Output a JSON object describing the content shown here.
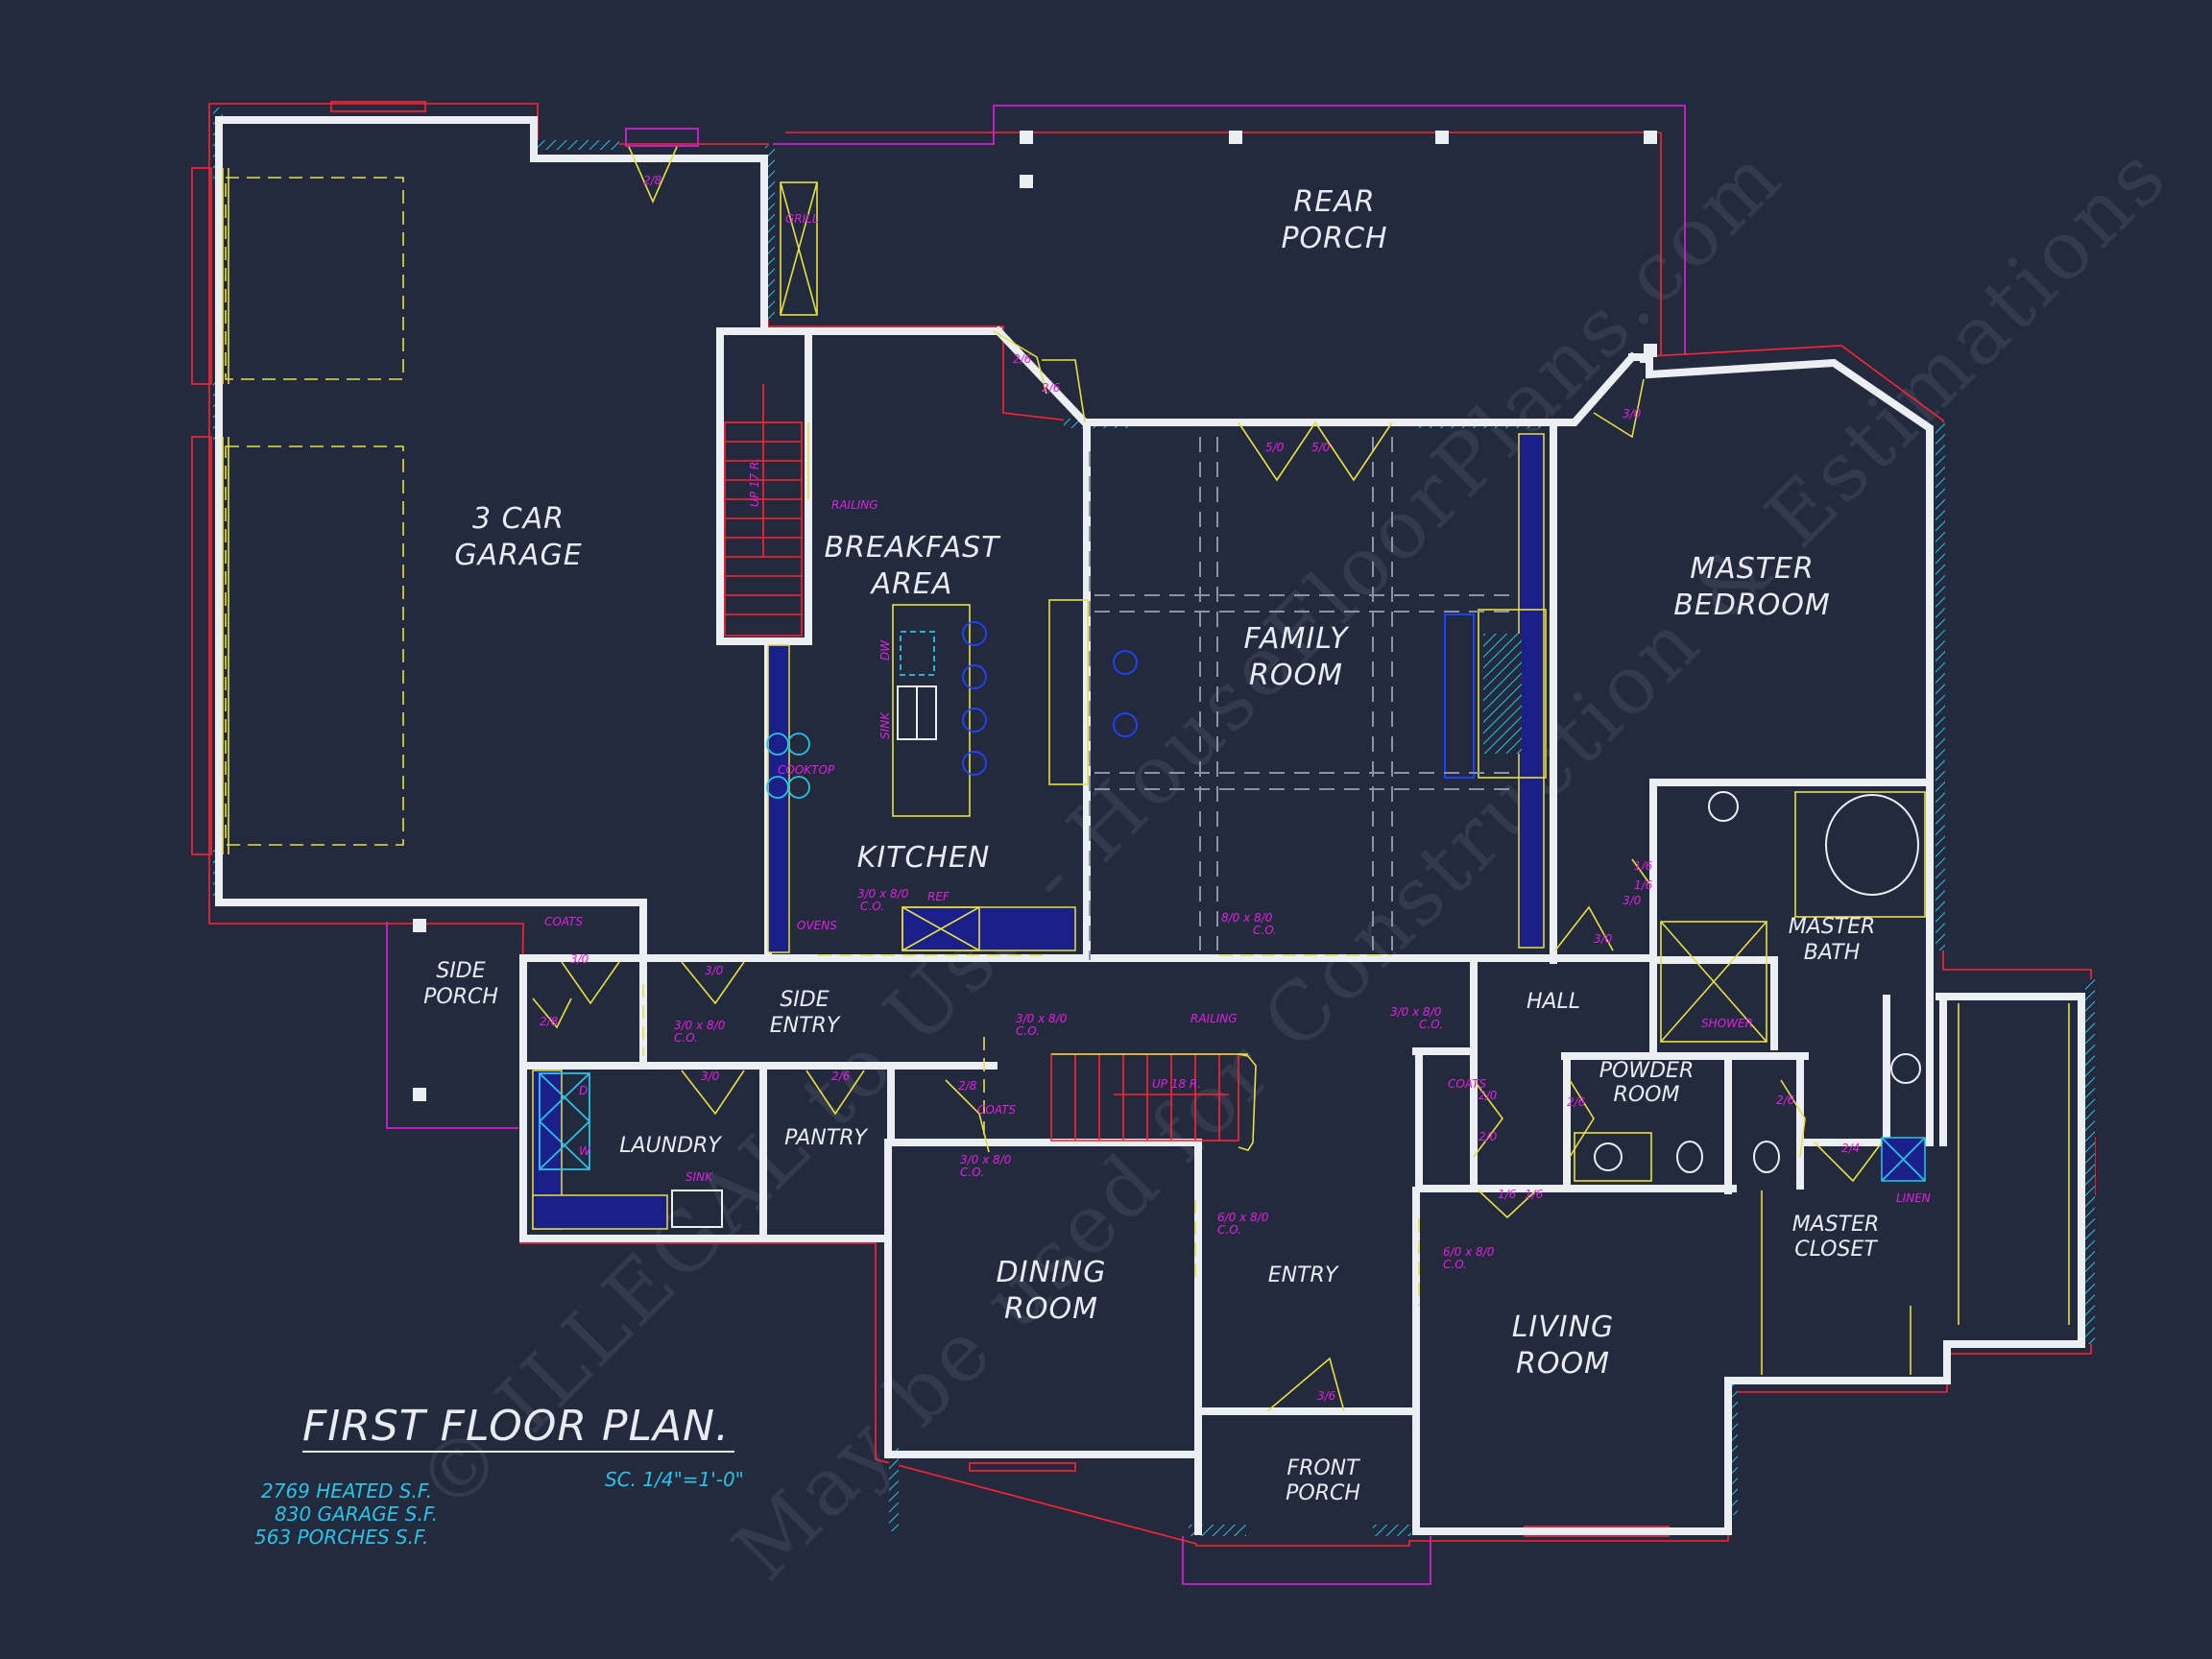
{
  "title": "FIRST FLOOR PLAN.",
  "scale": "SC. 1/4\"=1'-0\"",
  "areas": [
    "2769 HEATED S.F.",
    "830 GARAGE S.F.",
    "563 PORCHES S.F."
  ],
  "watermark": {
    "line1": "© ILLEGAL to Use - HouseFloorPlans.com",
    "line2": "May be used for Construction & Estimations"
  },
  "rooms": {
    "garage": [
      "3 CAR",
      "GARAGE"
    ],
    "rear_porch": [
      "REAR",
      "PORCH"
    ],
    "breakfast": [
      "BREAKFAST",
      "AREA"
    ],
    "family": [
      "FAMILY",
      "ROOM"
    ],
    "master_bedroom": [
      "MASTER",
      "BEDROOM"
    ],
    "kitchen": "KITCHEN",
    "side_porch": [
      "SIDE",
      "PORCH"
    ],
    "side_entry": [
      "SIDE",
      "ENTRY"
    ],
    "hall": "HALL",
    "master_bath": [
      "MASTER",
      "BATH"
    ],
    "powder": [
      "POWDER",
      "ROOM"
    ],
    "laundry": "LAUNDRY",
    "pantry": "PANTRY",
    "dining": [
      "DINING",
      "ROOM"
    ],
    "entry": "ENTRY",
    "living": [
      "LIVING",
      "ROOM"
    ],
    "master_closet": [
      "MASTER",
      "CLOSET"
    ],
    "front_porch": [
      "FRONT",
      "PORCH"
    ]
  },
  "labels": {
    "grill": "GRILL",
    "railing1": "RAILING",
    "railing2": "RAILING",
    "up_stair1": "UP 17 R.",
    "up_stair2": "UP 18 R.",
    "dw": "DW",
    "sink": "SINK",
    "cooktop": "COOKTOP",
    "ovens": "OVENS",
    "ref": "REF",
    "coats1": "COATS",
    "coats2": "COATS",
    "coats3": "COATS",
    "laundry_sink": "SINK",
    "shower": "SHOWER",
    "linen": "LINEN",
    "d": "D",
    "w": "W"
  },
  "dims": {
    "d_2_8_top": "2/8",
    "d_2_6_a": "2/6",
    "d_2_6_b": "2/6",
    "d_5_0_a": "5/0",
    "d_5_0_b": "5/0",
    "d_3_0_rp": "3/0",
    "d_3_0_kit": "3/0 x 8/0",
    "d_co_kit": "C.O.",
    "d_8_0_fam": "8/0 x 8/0",
    "d_co_fam": "C.O.",
    "d_3_0_sp": "3/0",
    "d_2_8_sp": "2/8",
    "d_3_0_se": "3/0",
    "d_3_0_se2": "3/0 x 8/0",
    "d_co_se2": "C.O.",
    "d_3_0_hall": "3/0 x 8/0",
    "d_co_hall": "C.O.",
    "d_3_0_ld": "3/0",
    "d_2_6_pan": "2/6",
    "d_2_8_coats": "2/8",
    "d_3_0_se3": "3/0 x 8/0",
    "d_co_se3": "C.O.",
    "d_3_0_din": "3/0 x 8/0",
    "d_co_din": "C.O.",
    "d_6_0_a": "6/0 x 8/0",
    "d_co_a": "C.O.",
    "d_6_0_b": "6/0 x 8/0",
    "d_co_b": "C.O.",
    "d_3_6": "3/6",
    "d_2_6_pw": "2/6",
    "d_2_6_pw2": "2/6",
    "d_2_4": "2/4",
    "d_1_6_a": "1/6",
    "d_1_6_b": "1/6",
    "d_1_6_c": "1/6",
    "d_1_6_d": "1/6",
    "d_2_0_a": "2/0",
    "d_2_0_b": "2/0",
    "d_3_0_mb": "3/0",
    "d_3_0_hall2": "3/0"
  },
  "colors": {
    "background": "#232a3d",
    "walls": "#ebeef3",
    "text": "#e8ecf2",
    "dims": "#e020e0",
    "accent": "#27c4e8",
    "outline": "#ff2233",
    "porch": "#cc22cc",
    "fixtures": "#e6e040",
    "cabinets": "#1a1f8a"
  }
}
